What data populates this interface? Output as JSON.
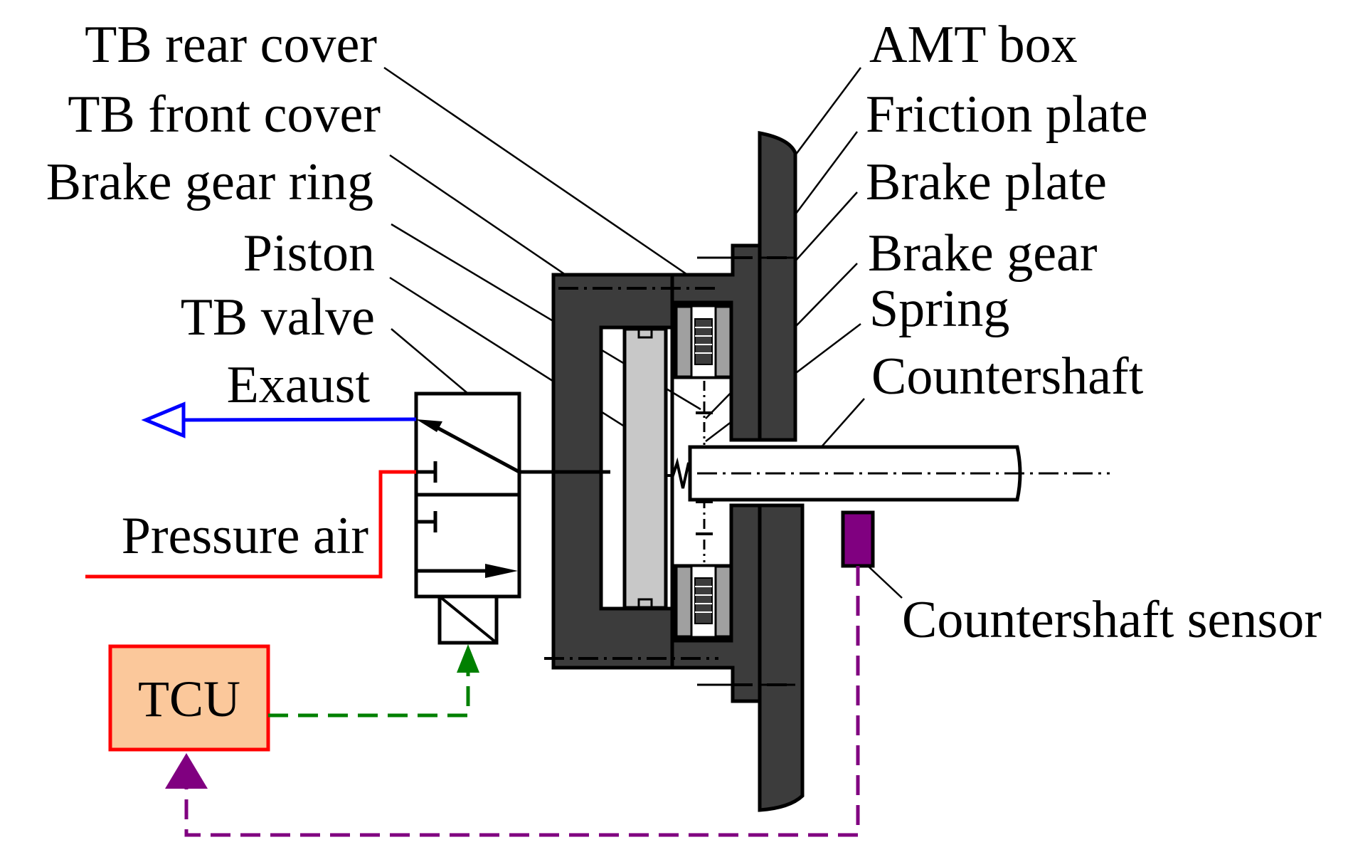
{
  "labels": {
    "tb_rear_cover": "TB rear cover",
    "tb_front_cover": "TB front cover",
    "brake_gear_ring": "Brake gear ring",
    "piston": "Piston",
    "tb_valve": "TB valve",
    "exaust": "Exaust",
    "pressure_air": "Pressure air",
    "amt_box": "AMT box",
    "friction_plate": "Friction plate",
    "brake_plate": "Brake plate",
    "brake_gear": "Brake gear",
    "spring": "Spring",
    "countershaft": "Countershaft",
    "countershaft_sensor": "Countershaft sensor",
    "tcu": "TCU"
  },
  "colors": {
    "exhaust_line": "#0000ff",
    "pressure_line": "#ff0000",
    "tcu_control_signal": "#008000",
    "sensor_signal": "#800080",
    "tcu_fill": "#fbc89b",
    "tcu_border": "#ff0000",
    "housing_fill": "#3c3c3c",
    "piston_fill": "#c8c8c8",
    "disc_fill": "#a0a0a0"
  }
}
